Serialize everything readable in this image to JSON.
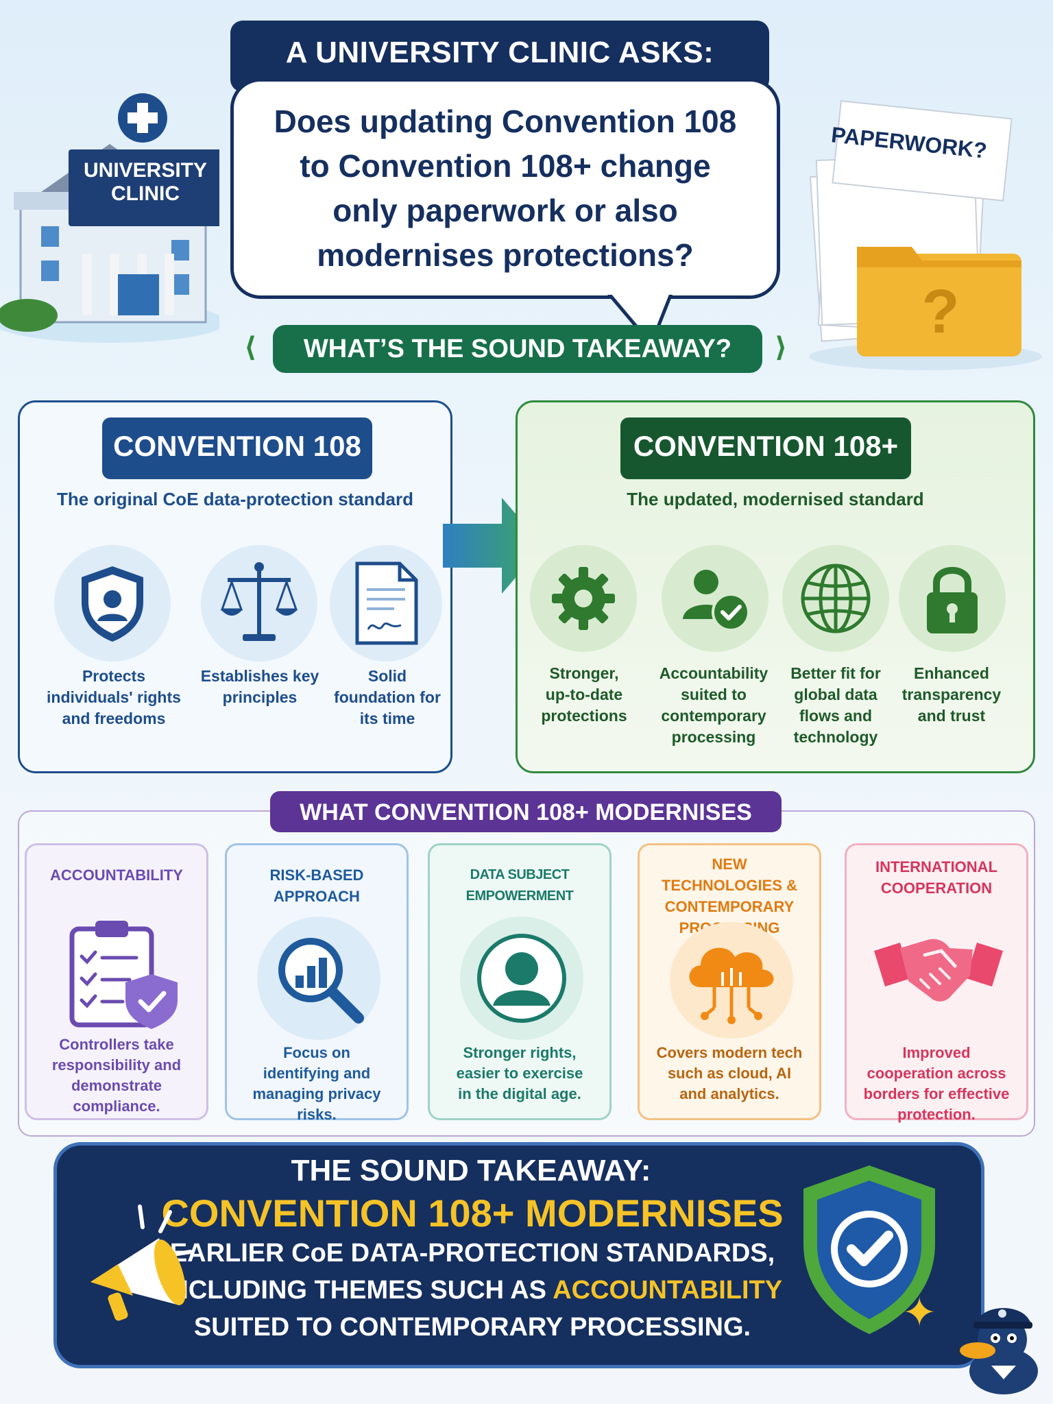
{
  "header": {
    "title": "A UNIVERSITY CLINIC ASKS:",
    "question": "Does updating Convention 108 to Convention 108+ change only paperwork or also modernises protections?",
    "building_sign": [
      "UNIVERSITY",
      "CLINIC"
    ],
    "paper_sign": "PAPERWORK?",
    "takeaway_prompt": "WHAT’S THE SOUND TAKEAWAY?"
  },
  "conv108": {
    "title": "CONVENTION 108",
    "subtitle": "The original CoE data-protection standard",
    "features": [
      {
        "icon": "shield-person-icon",
        "label": "Protects individuals' rights and freedoms"
      },
      {
        "icon": "scales-icon",
        "label": "Establishes key principles"
      },
      {
        "icon": "signed-document-icon",
        "label": "Solid foundation for its time"
      }
    ]
  },
  "conv108plus": {
    "title": "CONVENTION 108+",
    "subtitle": "The updated, modernised standard",
    "features": [
      {
        "icon": "gear-icon",
        "label": "Stronger, up-to-date protections"
      },
      {
        "icon": "person-check-icon",
        "label": "Accountability suited to contemporary processing"
      },
      {
        "icon": "globe-icon",
        "label": "Better fit for global data flows and technology"
      },
      {
        "icon": "padlock-icon",
        "label": "Enhanced transparency and trust"
      }
    ]
  },
  "modernises": {
    "title": "WHAT CONVENTION 108+ MODERNISES",
    "cards": [
      {
        "title": "ACCOUNTABILITY",
        "text": "Controllers take responsibility and demonstrate compliance.",
        "icon": "clipboard-shield-icon",
        "color": "#6a4bb0"
      },
      {
        "title": "RISK-BASED APPROACH",
        "text": "Focus on identifying and managing privacy risks.",
        "icon": "magnifier-chart-icon",
        "color": "#1e5a9c"
      },
      {
        "title": "DATA SUBJECT EMPOWERMENT",
        "text": "Stronger rights, easier to exercise in the digital age.",
        "icon": "person-circle-icon",
        "color": "#1b7a6a"
      },
      {
        "title": "NEW TECHNOLOGIES & CONTEMPORARY PROCESSING",
        "text": "Covers modern tech such as cloud, AI and analytics.",
        "icon": "cloud-circuit-icon",
        "color": "#e07b12"
      },
      {
        "title": "INTERNATIONAL COOPERATION",
        "text": "Improved cooperation across borders for effective protection.",
        "icon": "handshake-icon",
        "color": "#d6355c"
      }
    ]
  },
  "banner": {
    "heading": "THE SOUND TAKEAWAY:",
    "highlight": "CONVENTION 108+ MODERNISES",
    "line1": "EARLIER CoE DATA-PROTECTION STANDARDS,",
    "line2_pre": "INCLUDING THEMES SUCH AS ",
    "line2_hl": "ACCOUNTABILITY",
    "line3": "SUITED TO CONTEMPORARY PROCESSING."
  }
}
